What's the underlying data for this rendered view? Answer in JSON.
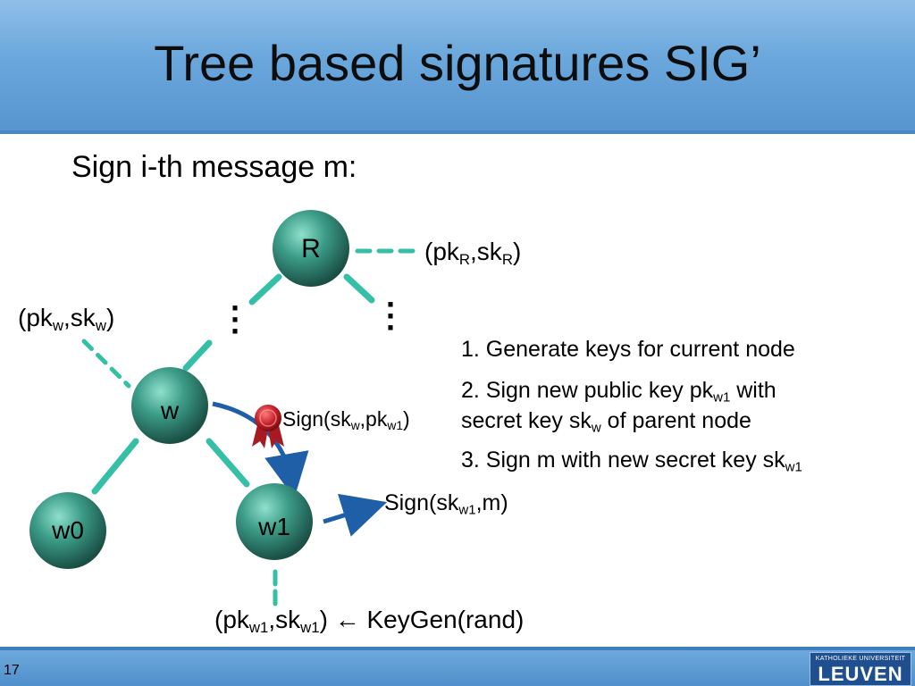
{
  "header": {
    "title": "Tree based signatures SIG’"
  },
  "subtitle": "Sign i-th message m:",
  "nodes": {
    "root": "R",
    "w": "w",
    "w0": "w0",
    "w1": "w1"
  },
  "labels": {
    "root_keys": {
      "a": "(pk",
      "a_sub": "R",
      "b": ",sk",
      "b_sub": "R",
      "c": ")"
    },
    "w_keys": {
      "a": "(pk",
      "a_sub": "w",
      "b": ",sk",
      "b_sub": "w",
      "c": ")"
    },
    "sign_pk": {
      "a": "Sign(sk",
      "a_sub": "w",
      "b": ",pk",
      "b_sub": "w1",
      "c": ")"
    },
    "sign_m": {
      "a": "Sign(sk",
      "a_sub": "w1",
      "b": ",m)"
    },
    "keygen": {
      "a": "(pk",
      "a_sub": "w1",
      "b": ",sk",
      "b_sub": "w1",
      "c": ") ← KeyGen(rand)"
    }
  },
  "steps": {
    "s1": "1. Generate keys for current node",
    "s2": {
      "a": "2. Sign new public key pk",
      "a_sub": "w1",
      "b": " with",
      "line2": "secret key sk",
      "line2_sub": "w",
      "line2_end": " of parent node"
    },
    "s3": {
      "a": "3. Sign m with new secret key sk",
      "a_sub": "w1"
    }
  },
  "footer": {
    "page": "17",
    "logo_small": "KATHOLIEKE UNIVERSITEIT",
    "logo_big": "LEUVEN"
  },
  "colors": {
    "node": "#2e8a78",
    "edge": "#35bfa6",
    "arrow": "#1f5fa8",
    "header": "#6aa7dc",
    "seal": "#c0202a"
  }
}
